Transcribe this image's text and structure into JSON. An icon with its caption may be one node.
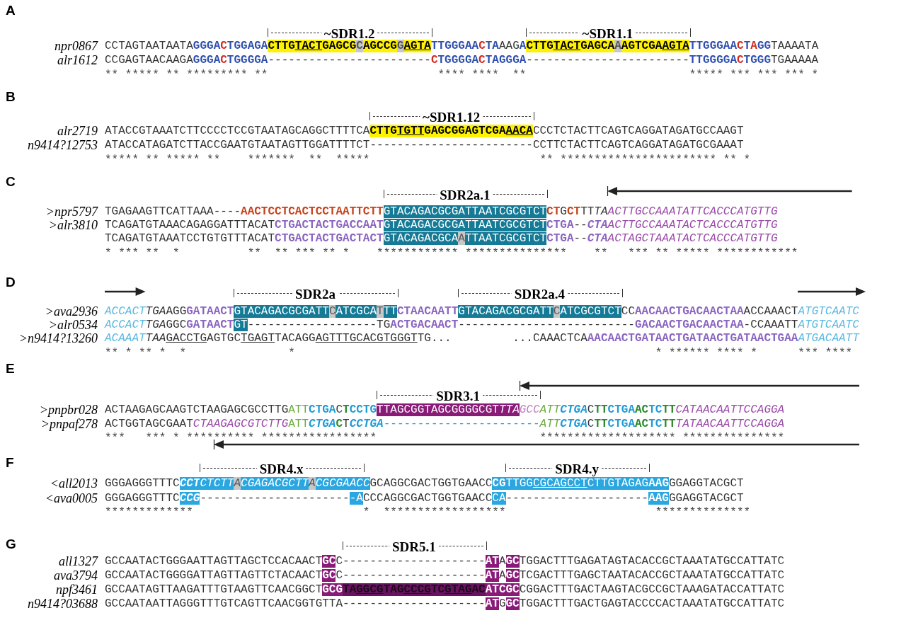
{
  "diagram": {
    "labels": [
      "A",
      "~SDR1.2",
      "~SDR1.1",
      "npr0867",
      "CCTAGTAATAATAGGGACTGGAGACTTGTACTGAGCGCAGCCGGAGTATTGGGAACTAAAGACTTGTACTGAGCAAAGTCGAAGTATTGGGAACTAGGTAAAATA",
      "alr1612",
      "CCGAGTAACAAGAGGGACTGGGGA------------------------CTGGGGACTAGGGA------------------------TTGGGGACTGGGTGAAAAA",
      "** ***** ** ********* **                         **** ****  **                        ***** *** *** *** *",
      "B",
      "~SDR1.12",
      "alr2719",
      "ATACCGTAAATCTTCCCCTCCGTAATAGCAGGCTTTTCACTTGTGTTGAGCGGAGTCGAAACACCCTCTACTTCAGTCAGGATAGATGCCAAGT",
      "n9414?12753",
      "ATACCATAGATCTTACCGAATGTAATAGTTGGATTTTCT------------------------CCTTCTACTTCAGTCAGGATAGATGCGAAAT",
      "***** ** ***** **    *******  **  *****                         ** *********************** ** *",
      "C",
      "SDR2a.1",
      ">npr5797",
      "TGAGAAGTTCATTAAA----AACTCCTCACTCCTAATTCTTGTACAGACGCGATTAATCGCGTCTCTGCTTTTAACTTGCCAAATATTCACCCATGTTG",
      ">alr3810",
      "TCAGATGTAAACAGAGGATTTACATCTGACTACTGACCAATGTACAGACGCGATTAATCGCGTCTCTGA--CTAACTTGCCAAATACTCACCCATGTTG",
      "TCAGATGTAAATCCTGTGTTTACATCTGACTACTGACTACTGTACAGACGCAATTAATCGCGTCTCTGA--CTAACTAGCTAAATACTCACCCATGTTG",
      "* *** **  *          **  ** *** ** *    ************ ***************    **   *** ** ***** ************",
      "D",
      "SDR2a",
      "SDR2a.4",
      ">ava2936",
      "ACCACTTGAAGGGATAACTGTACAGACGCGATTCATCGCATTTCTAACAATTGTACAGACGCGATTCATCGCGTCTCCAACAACTGACAACTAAACCAAACTATGTCAATC",
      ">alr0534",
      "ACCACTTGAGGCGATAACTGT-------------------TGACTGACAACT--------------------------GACAACTGACAACTAA-CCAAATTATGTCAATC",
      ">n9414?13260",
      "ACAAATTAAGACCTGAGTGCTGAGTTACAGGAGTTTGCACGTGGGTTG...         ...CAAACTCAAACAACTGATAACTGATAACTGATAACTGAAATGACAATT",
      "** * ** *  *               *                                                     * ****** **** *      *** ****",
      "E",
      "SDR3.1",
      ">pnpbr028",
      "ACTAAGAGCAAGTCTAAGAGCGCCTTGATTCTGACTCCTGTTAGCGGTAGCGGGGCGTTTAGCCATTCTGACTTCTGAACTCTTCATAACAATTCCAGGA",
      ">pnpaf278",
      "ACTGGTAGCGAATCTAAGAGCGTCTTGATTCTGACTCCTGA-----------------------ATTCTGACTTCTGAACTCTTTATAACAATTCCAGGA",
      "***   *** * ********** *****************                        ******************** ***************",
      "F",
      "SDR4.x",
      "SDR4.y",
      "<all2013",
      "GGGAGGGTTTCCCTCTCTTACGAGACGCTTACGCGAACCGCAGGCGACTGGTGAACCCGTTGGCGCAGCCTCTTGTAGAGAAGGGAGGTACGCT",
      "<ava0005",
      "GGGAGGGTTTCCCG-----------------------ACCCAGGCGACTGGTGAACCCA---------------------AAGGGAGGTACGCT",
      "*************                         *  ******************                      **************",
      "G",
      "SDR5.1",
      "all1327",
      "GCCAATACTGGGAATTAGTTAGCTCCACAACTGCC---------------------ATAGCTGGACTTTGAGATAGTACACCGCTAAATATGCCATTATC",
      "ava3794",
      "GCCAATACTGGGGATTAGTTAGTTCTACAACTGCC---------------------ATAGCTCGACTTTGAGCTAATACACCGCTAAATATGCCATTATC",
      "npf3461",
      "GCCAATAGTTAAGATTTGTAAGTTCAACGGCTGCGTAGGCGTAGCCCGTCGTAGACATCGCCGGACTTTGACTAAGTACGCCGCTAAAGATACCATTATC",
      "n9414?03688",
      "GCCAATAATTAGGGTTTGTCAGTTCAACGGTGTTA---------------------ATGGCTGGACTTTGACTGAGTACCCCACTAAATATGCCATTATC"
    ]
  }
}
